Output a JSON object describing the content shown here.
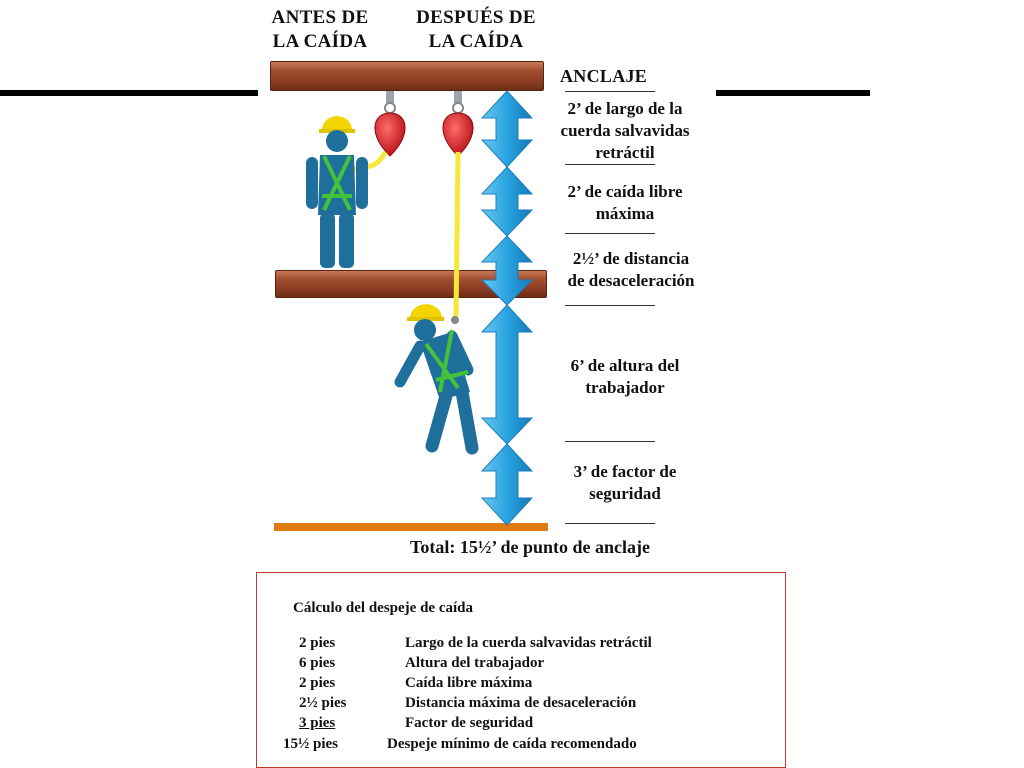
{
  "headers": {
    "before": [
      "ANTES DE",
      "LA CAÍDA"
    ],
    "after": [
      "DESPUÉS DE",
      "LA CAÍDA"
    ]
  },
  "anchor_label": "ANCLAJE",
  "segments": [
    {
      "lines": [
        "2’ de largo de la",
        "cuerda salvavidas",
        "retráctil"
      ]
    },
    {
      "lines": [
        "2’ de caída libre",
        "máxima"
      ]
    },
    {
      "lines": [
        "2½’ de distancia",
        "de desaceleración"
      ]
    },
    {
      "lines": [
        "6’ de altura del",
        "trabajador"
      ]
    },
    {
      "lines": [
        "3’ de factor de",
        "seguridad"
      ]
    }
  ],
  "total_label": "Total: 15½’ de punto de anclaje",
  "calc": {
    "title": "Cálculo del despeje de caída",
    "rows": [
      {
        "qty": "2 pies",
        "desc": "Largo de la cuerda salvavidas retráctil"
      },
      {
        "qty": "6 pies",
        "desc": "Altura del trabajador"
      },
      {
        "qty": "2 pies",
        "desc": "Caída libre máxima"
      },
      {
        "qty": "2½ pies",
        "desc": "Distancia máxima de desaceleración"
      },
      {
        "qty": "3 pies",
        "desc": "Factor de seguridad"
      }
    ],
    "total": {
      "qty": "15½ pies",
      "desc": "Despeje mínimo de caída recomendado"
    }
  },
  "colors": {
    "beam": "#9a4a2c",
    "arrow": "#29a3e0",
    "worker": "#1f6f9c",
    "harness": "#44c23a",
    "helmet": "#f2d400",
    "lifeline": "#f5e83a",
    "srl": "#d9141c",
    "floor": "#e07b14"
  }
}
